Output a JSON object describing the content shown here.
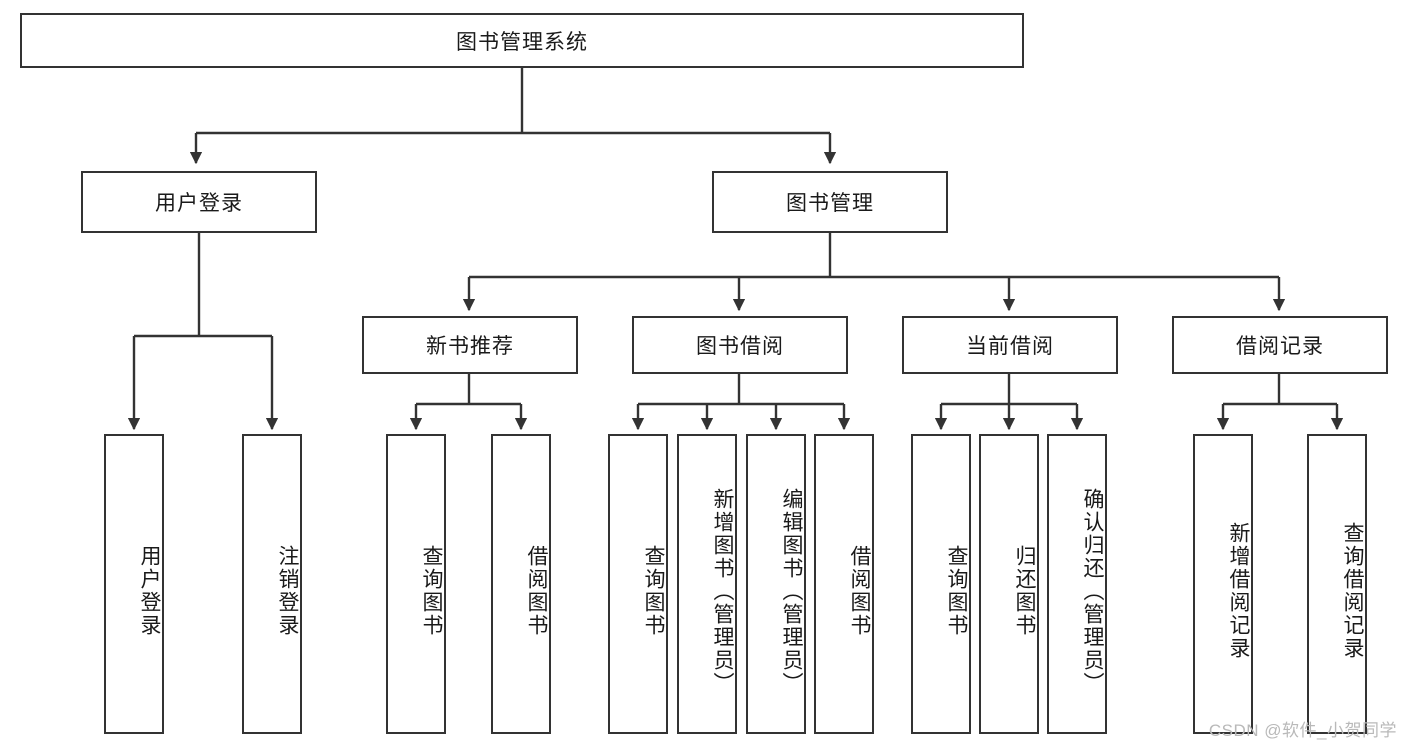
{
  "diagram": {
    "title": "图书管理系统",
    "type": "tree-hierarchy",
    "watermark": "CSDN @软件_小贺同学",
    "colors": {
      "stroke": "#333333",
      "fill": "#ffffff",
      "text": "#1a1a1a",
      "watermark": "#b9b9b9"
    },
    "levels": {
      "root": {
        "label": "图书管理系统"
      },
      "level2": [
        {
          "label": "用户登录"
        },
        {
          "label": "图书管理"
        }
      ],
      "level3": [
        {
          "label": "新书推荐"
        },
        {
          "label": "图书借阅"
        },
        {
          "label": "当前借阅"
        },
        {
          "label": "借阅记录"
        }
      ],
      "level4": [
        {
          "label": "用户登录",
          "parent": "用户登录"
        },
        {
          "label": "注销登录",
          "parent": "用户登录"
        },
        {
          "label": "查询图书",
          "parent": "新书推荐"
        },
        {
          "label": "借阅图书",
          "parent": "新书推荐"
        },
        {
          "label": "查询图书",
          "parent": "图书借阅"
        },
        {
          "label": "新增图书（管理员）",
          "parent": "图书借阅"
        },
        {
          "label": "编辑图书（管理员）",
          "parent": "图书借阅"
        },
        {
          "label": "借阅图书",
          "parent": "图书借阅"
        },
        {
          "label": "查询图书",
          "parent": "当前借阅"
        },
        {
          "label": "归还图书",
          "parent": "当前借阅"
        },
        {
          "label": "确认归还（管理员）",
          "parent": "当前借阅"
        },
        {
          "label": "新增借阅记录",
          "parent": "借阅记录"
        },
        {
          "label": "查询借阅记录",
          "parent": "借阅记录"
        }
      ]
    },
    "nodes": {
      "root": "图书管理系统",
      "user_login": "用户登录",
      "book_manage": "图书管理",
      "new_book_rec": "新书推荐",
      "book_borrow": "图书借阅",
      "current_borrow": "当前借阅",
      "borrow_record": "借阅记录",
      "leaf_user_login": "用户登录",
      "leaf_logout": "注销登录",
      "leaf_query_book_1": "查询图书",
      "leaf_borrow_book_1": "借阅图书",
      "leaf_query_book_2": "查询图书",
      "leaf_add_book": "新增图书（管理员）",
      "leaf_edit_book": "编辑图书（管理员）",
      "leaf_borrow_book_2": "借阅图书",
      "leaf_query_book_3": "查询图书",
      "leaf_return_book": "归还图书",
      "leaf_confirm_return": "确认归还（管理员）",
      "leaf_add_record": "新增借阅记录",
      "leaf_query_record": "查询借阅记录"
    }
  }
}
